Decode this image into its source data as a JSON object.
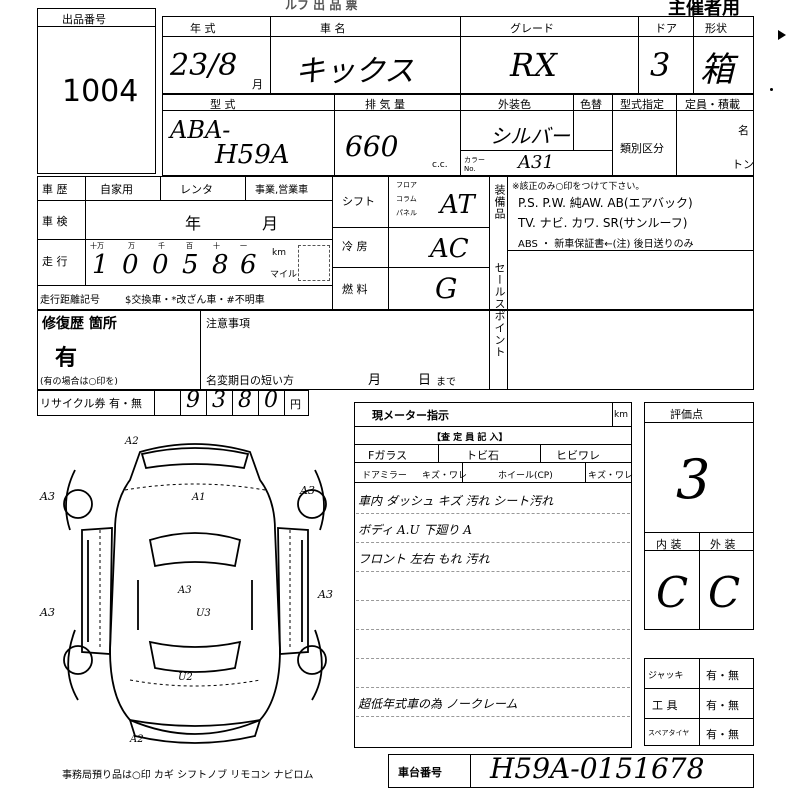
{
  "header": {
    "auction_title": "ルフ 出 品 票",
    "organizer_label": "主催者用"
  },
  "lot": {
    "label": "出品番号",
    "value": "1004"
  },
  "row1": {
    "year_label": "年 式",
    "year_value": "23/8",
    "month_unit": "月",
    "name_label": "車 名",
    "name_value": "キックス",
    "grade_label": "グレード",
    "grade_value": "RX",
    "door_label": "ドア",
    "door_value": "3",
    "shape_label": "形状",
    "shape_value": "箱"
  },
  "row2": {
    "model_label": "型 式",
    "model_value_1": "ABA-",
    "model_value_2": "H59A",
    "displacement_label": "排 気 量",
    "displacement_value": "660",
    "cc_unit": "c.c.",
    "exterior_color_label": "外装色",
    "color_change_label": "色替",
    "exterior_color_value": "シルバー",
    "color_no_label": "カラー No.",
    "color_no_value": "A31",
    "type_designation_label": "型式指定",
    "class_label": "類別区分",
    "capacity_label": "定員・積載",
    "persons_unit": "名",
    "tons_unit": "トン"
  },
  "history": {
    "history_label": "車 歴",
    "private_label": "自家用",
    "rental_label": "レンタ",
    "business_label": "事業,営業車",
    "inspection_label": "車 検",
    "year_unit": "年",
    "month_unit": "月",
    "mileage_label": "走 行",
    "digit_labels": [
      "十万",
      "万",
      "千",
      "百",
      "十",
      "一"
    ],
    "mileage_digits": [
      "1",
      "0",
      "0",
      "5",
      "8",
      "6"
    ],
    "km_label": "km",
    "mile_label": "マイル",
    "mileage_note_label": "走行距離記号",
    "mileage_note": "$交換車・*改ざん車・#不明車"
  },
  "shift": {
    "shift_label": "シフト",
    "floor": "フロア",
    "column": "コラム",
    "panel": "パネル",
    "shift_value": "AT",
    "ac_label": "冷 房",
    "ac_value": "AC",
    "fuel_label": "燃 料",
    "fuel_value": "G"
  },
  "equipment": {
    "side_label": "装備品",
    "note": "※該正のみ○印をつけて下さい。",
    "line1": "P.S. P.W. 純AW. AB(エアバック)",
    "line2": "TV. ナビ. カワ. SR(サンルーフ)",
    "line3": "ABS ・ 新車保証書←(注) 後日送りのみ"
  },
  "sales_point": {
    "label": "セールスポイント"
  },
  "repair": {
    "label": "修復歴 箇所",
    "value": "有",
    "note": "(有の場合は○印を)"
  },
  "notes": {
    "label": "注意事項",
    "short_date_label": "名変期日の短い方",
    "month": "月",
    "day": "日",
    "until": "まで"
  },
  "recycle": {
    "label": "リサイクル券 有・無",
    "digits": [
      "",
      "9",
      "3",
      "8",
      "0"
    ],
    "unit": "円"
  },
  "meter": {
    "label": "現メーター指示",
    "km": "km",
    "inspector_title": "【査 定 員 記 入】",
    "f_glass": "Fガラス",
    "tobi_ishi": "トビ石",
    "hibiware": "ヒビワレ",
    "door_mirror": "ドアミラー",
    "mirror_note": "キズ・ワレ",
    "wheel": "ホイール(CP)",
    "wheel_note": "キズ・ワレ",
    "remarks": [
      "車内 ダッシュ キズ 汚れ シート汚れ",
      "ボディ A.U 下廻り A",
      "フロント 左右 もれ 汚れ",
      "",
      "",
      "",
      "",
      "",
      "超低年式車の為 ノークレーム"
    ]
  },
  "score": {
    "label": "評価点",
    "value": "3",
    "interior_label": "内 装",
    "exterior_label": "外 装",
    "interior_value": "C",
    "exterior_value": "C"
  },
  "tools": {
    "jack_label": "ジャッキ",
    "tool_label": "工 具",
    "spare_label": "スペアタイヤ",
    "option": "有・無"
  },
  "diagram": {
    "annotations": [
      "A2",
      "A1",
      "A3",
      "A3",
      "A3",
      "A3",
      "A3",
      "U3",
      "U2",
      "A2"
    ]
  },
  "footer": {
    "office_note": "事務局預り品は○印  カギ シフトノブ リモコン ナビロム",
    "chassis_label": "車台番号",
    "chassis_value": "H59A-0151678"
  }
}
